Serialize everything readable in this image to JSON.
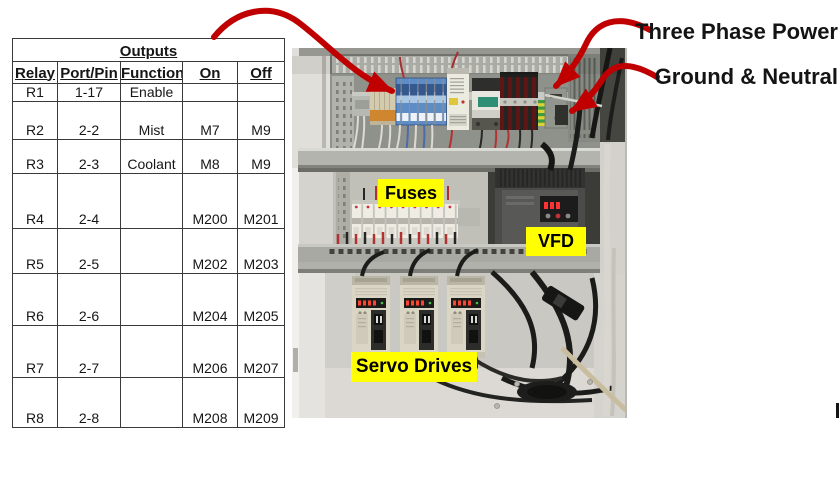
{
  "table": {
    "title": "Outputs",
    "headers": [
      "Relay",
      "Port/Pin",
      "Function",
      "On",
      "Off"
    ],
    "rows": [
      {
        "relay": "R1",
        "port_pin": "1-17",
        "function": "Enable",
        "on": "",
        "off": ""
      },
      {
        "relay": "R2",
        "port_pin": "2-2",
        "function": "Mist",
        "on": "M7",
        "off": "M9"
      },
      {
        "relay": "R3",
        "port_pin": "2-3",
        "function": "Coolant",
        "on": "M8",
        "off": "M9"
      },
      {
        "relay": "R4",
        "port_pin": "2-4",
        "function": "",
        "on": "M200",
        "off": "M201"
      },
      {
        "relay": "R5",
        "port_pin": "2-5",
        "function": "",
        "on": "M202",
        "off": "M203"
      },
      {
        "relay": "R6",
        "port_pin": "2-6",
        "function": "",
        "on": "M204",
        "off": "M205"
      },
      {
        "relay": "R7",
        "port_pin": "2-7",
        "function": "",
        "on": "M206",
        "off": "M207"
      },
      {
        "relay": "R8",
        "port_pin": "2-8",
        "function": "",
        "on": "M208",
        "off": "M209"
      }
    ]
  },
  "photo_labels": {
    "fuses": "Fuses",
    "vfd": "VFD",
    "servo_drives": "Servo Drives"
  },
  "annotations": {
    "three_phase_power": "Three Phase Power",
    "ground_neutral": "Ground & Neutral"
  },
  "colors": {
    "arrow_red": "#C00000",
    "label_yellow": "#FFFF00",
    "label_text": "#000000",
    "table_line": "#3a3a3a"
  }
}
